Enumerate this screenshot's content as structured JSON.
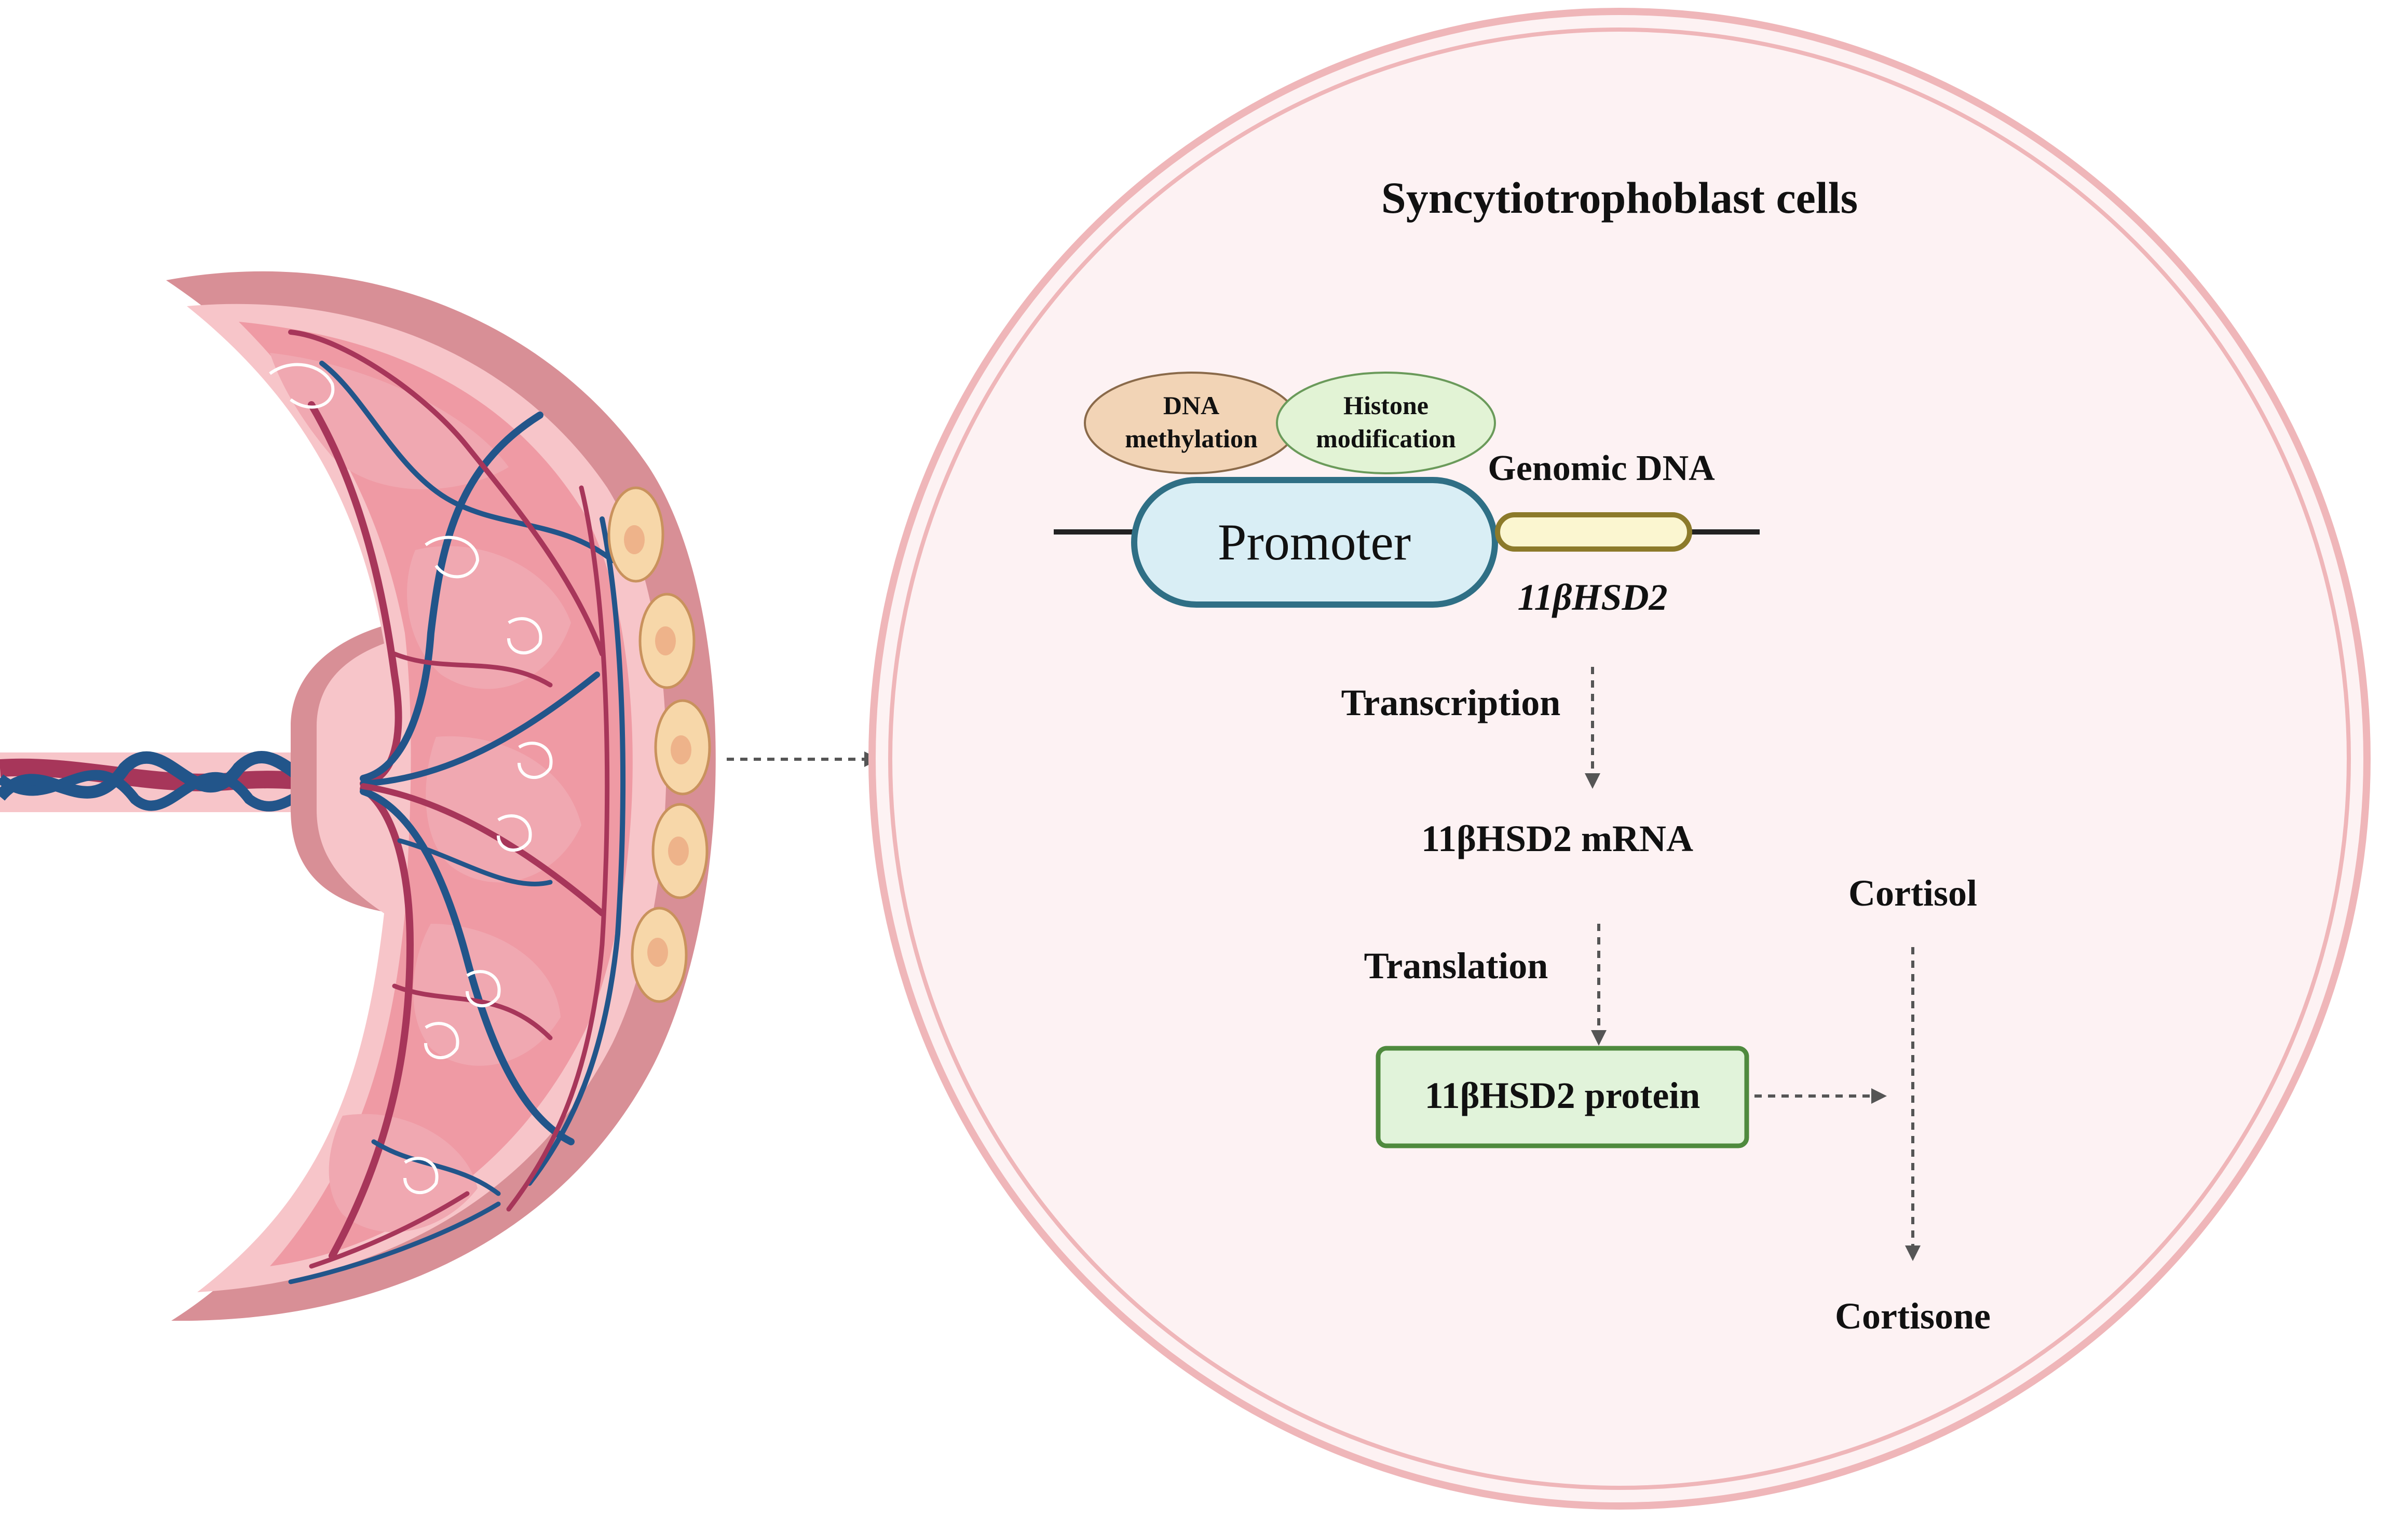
{
  "title": "Syncytiotrophoblast cells",
  "labels": {
    "dna_methylation": [
      "DNA",
      "methylation"
    ],
    "histone_modification": [
      "Histone",
      "modification"
    ],
    "genomic_dna": "Genomic DNA",
    "promoter": "Promoter",
    "gene": "11βHSD2",
    "transcription": "Transcription",
    "mrna": "11βHSD2 mRNA",
    "translation": "Translation",
    "protein": "11βHSD2 protein",
    "cortisol": "Cortisol",
    "cortisone": "Cortisone"
  },
  "colors": {
    "cell_fill": "#fdf2f3",
    "cell_border": "#efb6b9",
    "placenta_outer": "#d88f96",
    "placenta_inner": "#f7c5c9",
    "placenta_lobe": "#ef9aa4",
    "artery": "#a7365a",
    "vein": "#22558a",
    "trophoblast_fill": "#f7d7a9",
    "trophoblast_nucleus": "#eeb38a",
    "promoter_fill": "#d9eef5",
    "promoter_border": "#2f6f85",
    "gene_fill": "#fbf6d0",
    "gene_border": "#8c7a2a",
    "dna_meth_fill": "#f2d4b6",
    "histone_fill": "#e2f3d5",
    "protein_fill": "#e1f3da",
    "protein_border": "#4f8a3e",
    "arrow": "#555555"
  }
}
